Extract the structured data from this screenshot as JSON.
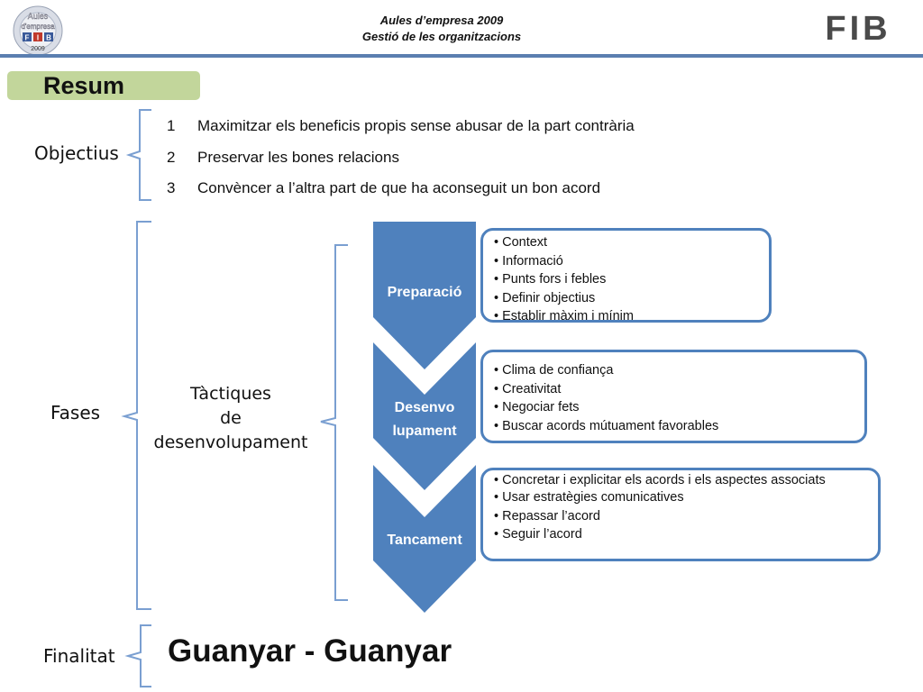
{
  "header": {
    "line1": "Aules d’empresa 2009",
    "line2": "Gestió de les organitzacions",
    "logo_left_text": [
      "Aules",
      "d'empresa",
      "F",
      "I",
      "B",
      "2009"
    ],
    "logo_right_text": "FIB"
  },
  "resum": "Resum",
  "objectius": {
    "label": "Objectius",
    "items": [
      {
        "num": "1",
        "text": "Maximitzar els beneficis propis sense abusar de la part contrària"
      },
      {
        "num": "2",
        "text": "Preservar les bones relacions"
      },
      {
        "num": "3",
        "text": "Convèncer a l’altra part de que ha aconseguit un bon acord"
      }
    ]
  },
  "fases": {
    "label": "Fases",
    "tactiques": [
      "Tàctiques",
      "de",
      "desenvolupament"
    ],
    "phases": [
      {
        "name": "Preparació",
        "bullets": [
          "Context",
          "Informació",
          "Punts fors i febles",
          "Definir objectius",
          "Establir màxim i mínim"
        ]
      },
      {
        "name_lines": [
          "Desenvo",
          "lupament"
        ],
        "bullets": [
          "Clima de confiança",
          "Creativitat",
          "Negociar fets",
          "Buscar acords mútuament favorables"
        ]
      },
      {
        "name": "Tancament",
        "bullets": [
          "Concretar i explicitar els acords i els aspectes associats",
          "Usar estratègies comunicatives",
          "Repassar l’acord",
          "Seguir l’acord"
        ]
      }
    ]
  },
  "finalitat": {
    "label": "Finalitat",
    "value": "Guanyar - Guanyar"
  },
  "colors": {
    "accent": "#4f81bd",
    "chevron": "#4f81bd",
    "resum_bg": "#c2d69b",
    "header_line": "#5b7fb0",
    "brace": "#7a9fd1"
  }
}
